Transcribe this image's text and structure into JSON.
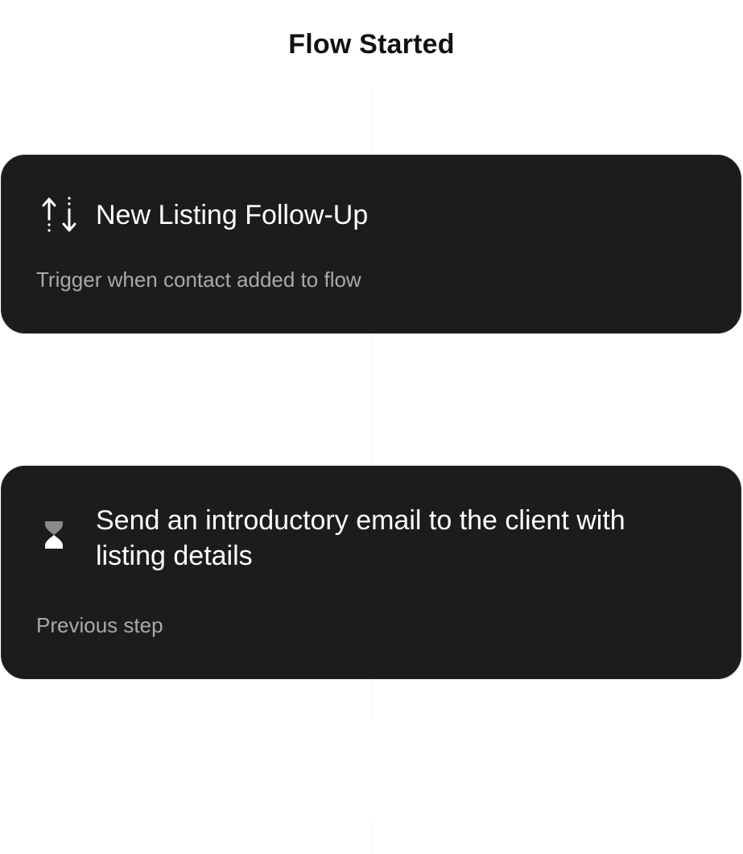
{
  "header": {
    "title": "Flow Started"
  },
  "steps": [
    {
      "icon": "arrow-up-down-icon",
      "title": "New Listing Follow-Up",
      "subtitle": "Trigger when contact added to flow"
    },
    {
      "icon": "hourglass-icon",
      "title": "Send an introductory email to the client with listing details",
      "subtitle": "Previous step"
    }
  ],
  "colors": {
    "card_background": "#1c1c1c",
    "card_title": "#ffffff",
    "card_subtitle": "#a9a9a9",
    "page_title": "#111111"
  }
}
